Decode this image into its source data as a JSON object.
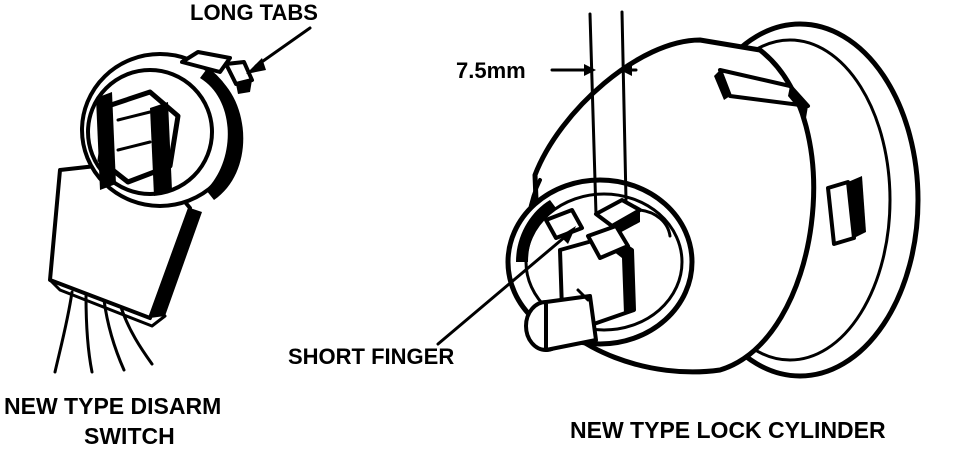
{
  "labels": {
    "long_tabs": "LONG TABS",
    "dimension": "7.5mm",
    "short_finger": "SHORT FINGER",
    "disarm_switch_line1": "NEW TYPE DISARM",
    "disarm_switch_line2": "SWITCH",
    "lock_cylinder": "NEW TYPE LOCK CYLINDER"
  },
  "colors": {
    "ink": "#000000",
    "paper": "#ffffff"
  }
}
